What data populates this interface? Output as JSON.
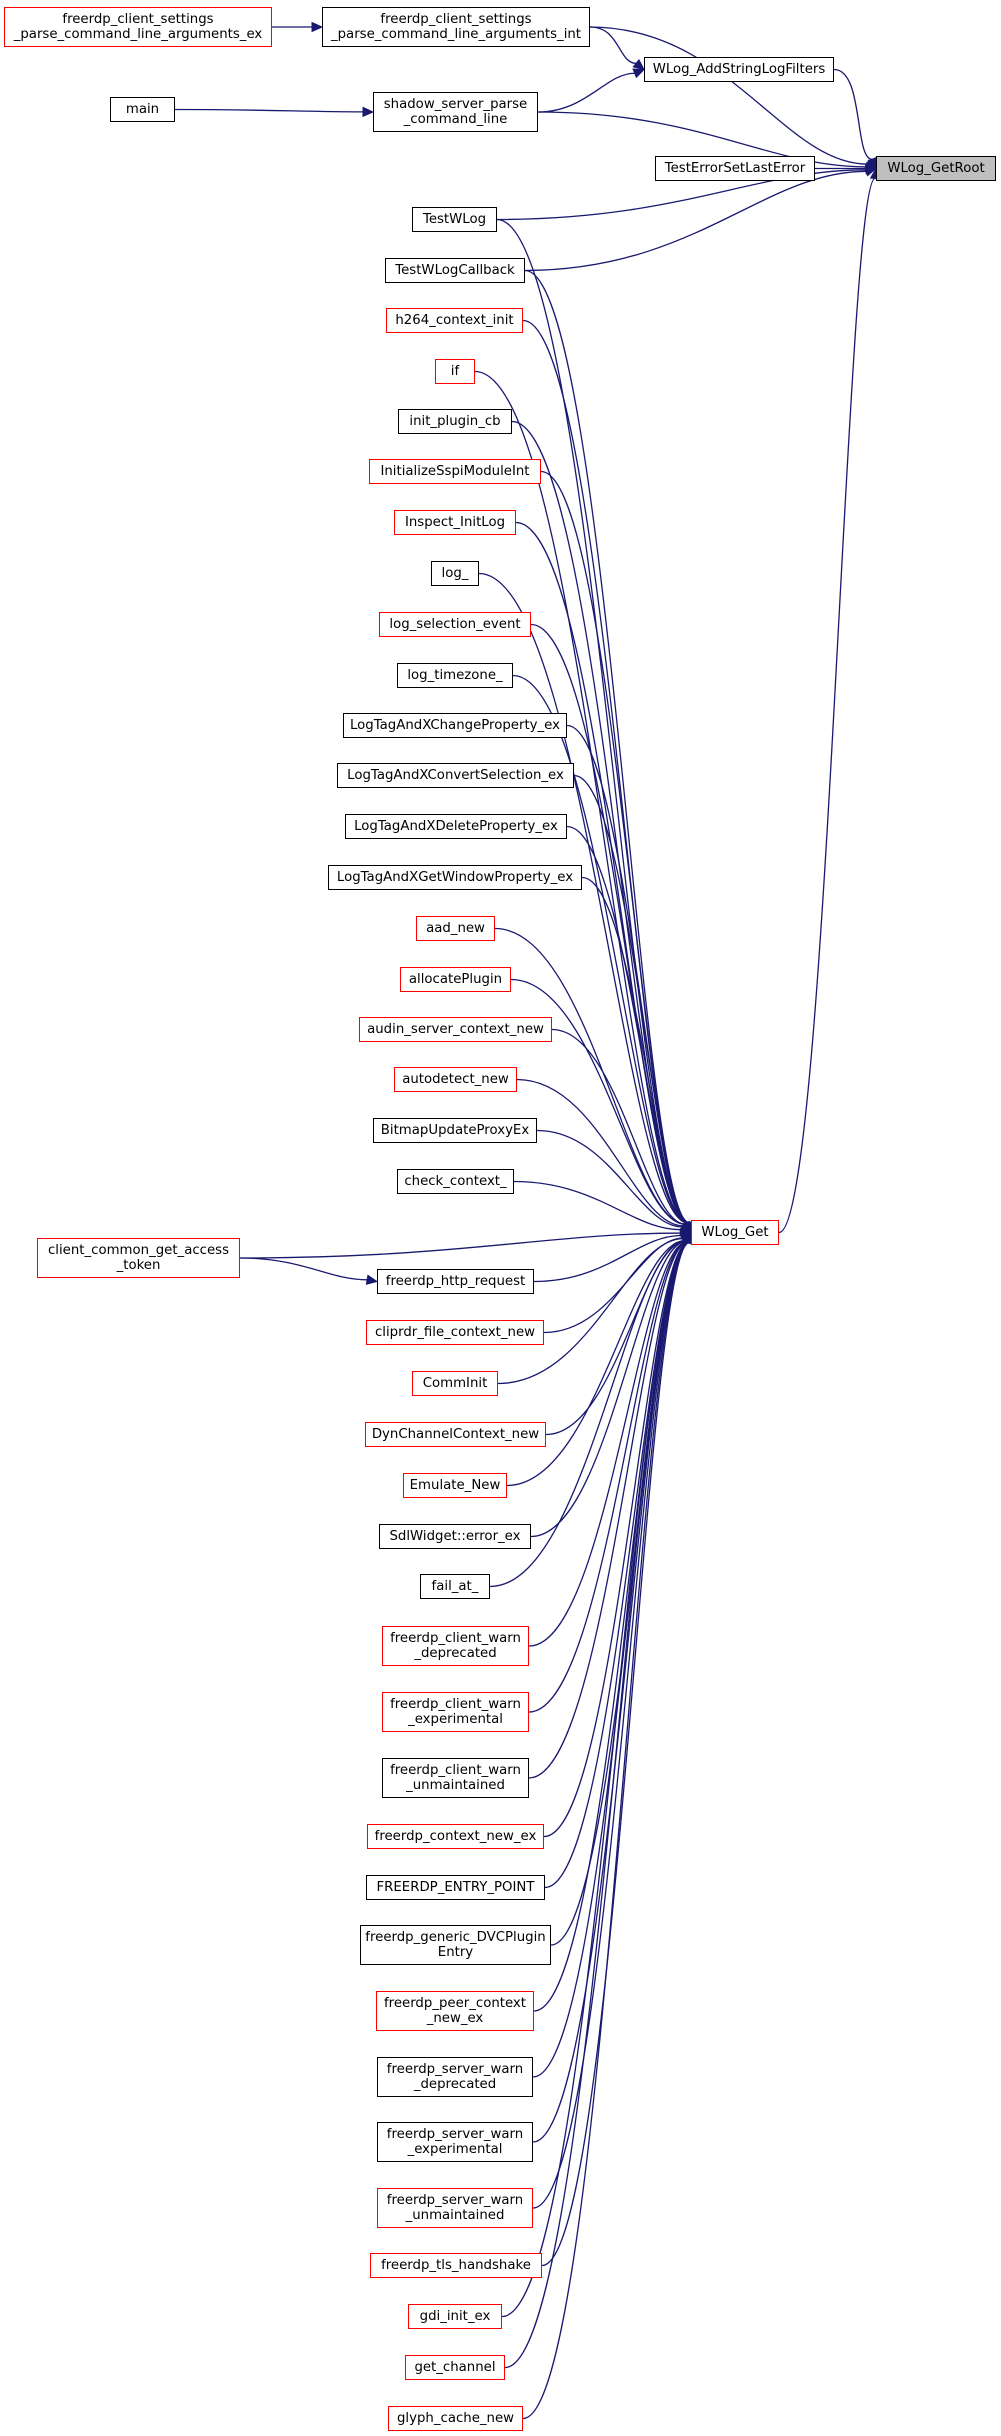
{
  "colors": {
    "edge": "#191970",
    "node_border": "#000000",
    "node_border_red": "#ff0000",
    "root_fill": "#bfbfbf",
    "background": "#ffffff"
  },
  "nodes": [
    {
      "id": "WLog_GetRoot",
      "label": "WLog_GetRoot",
      "border": "black"
    },
    {
      "id": "WLog_AddStringLogFilters",
      "label": "WLog_AddStringLogFilters",
      "border": "black"
    },
    {
      "id": "shadow_server_parse_command_line",
      "label": "shadow_server_parse\n_command_line",
      "border": "black"
    },
    {
      "id": "main",
      "label": "main",
      "border": "black"
    },
    {
      "id": "freerdp_client_settings_parse_command_line_arguments_int",
      "label": "freerdp_client_settings\n_parse_command_line_arguments_int",
      "border": "black"
    },
    {
      "id": "freerdp_client_settings_parse_command_line_arguments_ex",
      "label": "freerdp_client_settings\n_parse_command_line_arguments_ex",
      "border": "red"
    },
    {
      "id": "TestErrorSetLastError",
      "label": "TestErrorSetLastError",
      "border": "black"
    },
    {
      "id": "TestWLog",
      "label": "TestWLog",
      "border": "black"
    },
    {
      "id": "TestWLogCallback",
      "label": "TestWLogCallback",
      "border": "black"
    },
    {
      "id": "WLog_Get",
      "label": "WLog_Get",
      "border": "red"
    },
    {
      "id": "h264_context_init",
      "label": "h264_context_init",
      "border": "red"
    },
    {
      "id": "if",
      "label": "if",
      "border": "red"
    },
    {
      "id": "init_plugin_cb",
      "label": "init_plugin_cb",
      "border": "black"
    },
    {
      "id": "InitializeSspiModuleInt",
      "label": "InitializeSspiModuleInt",
      "border": "red"
    },
    {
      "id": "Inspect_InitLog",
      "label": "Inspect_InitLog",
      "border": "red"
    },
    {
      "id": "log_",
      "label": "log_",
      "border": "black"
    },
    {
      "id": "log_selection_event",
      "label": "log_selection_event",
      "border": "red"
    },
    {
      "id": "log_timezone_",
      "label": "log_timezone_",
      "border": "black"
    },
    {
      "id": "LogTagAndXChangeProperty_ex",
      "label": "LogTagAndXChangeProperty_ex",
      "border": "black"
    },
    {
      "id": "LogTagAndXConvertSelection_ex",
      "label": "LogTagAndXConvertSelection_ex",
      "border": "black"
    },
    {
      "id": "LogTagAndXDeleteProperty_ex",
      "label": "LogTagAndXDeleteProperty_ex",
      "border": "black"
    },
    {
      "id": "LogTagAndXGetWindowProperty_ex",
      "label": "LogTagAndXGetWindowProperty_ex",
      "border": "black"
    },
    {
      "id": "aad_new",
      "label": "aad_new",
      "border": "red"
    },
    {
      "id": "allocatePlugin",
      "label": "allocatePlugin",
      "border": "red"
    },
    {
      "id": "audin_server_context_new",
      "label": "audin_server_context_new",
      "border": "red"
    },
    {
      "id": "autodetect_new",
      "label": "autodetect_new",
      "border": "red"
    },
    {
      "id": "BitmapUpdateProxyEx",
      "label": "BitmapUpdateProxyEx",
      "border": "black"
    },
    {
      "id": "check_context_",
      "label": "check_context_",
      "border": "black"
    },
    {
      "id": "client_common_get_access_token",
      "label": "client_common_get_access\n_token",
      "border": "red"
    },
    {
      "id": "freerdp_http_request",
      "label": "freerdp_http_request",
      "border": "black"
    },
    {
      "id": "cliprdr_file_context_new",
      "label": "cliprdr_file_context_new",
      "border": "red"
    },
    {
      "id": "CommInit",
      "label": "CommInit",
      "border": "red"
    },
    {
      "id": "DynChannelContext_new",
      "label": "DynChannelContext_new",
      "border": "red"
    },
    {
      "id": "Emulate_New",
      "label": "Emulate_New",
      "border": "red"
    },
    {
      "id": "SdlWidget_error_ex",
      "label": "SdlWidget::error_ex",
      "border": "black"
    },
    {
      "id": "fail_at_",
      "label": "fail_at_",
      "border": "black"
    },
    {
      "id": "freerdp_client_warn_deprecated",
      "label": "freerdp_client_warn\n_deprecated",
      "border": "red"
    },
    {
      "id": "freerdp_client_warn_experimental",
      "label": "freerdp_client_warn\n_experimental",
      "border": "red"
    },
    {
      "id": "freerdp_client_warn_unmaintained",
      "label": "freerdp_client_warn\n_unmaintained",
      "border": "black"
    },
    {
      "id": "freerdp_context_new_ex",
      "label": "freerdp_context_new_ex",
      "border": "red"
    },
    {
      "id": "FREERDP_ENTRY_POINT",
      "label": "FREERDP_ENTRY_POINT",
      "border": "black"
    },
    {
      "id": "freerdp_generic_DVCPluginEntry",
      "label": "freerdp_generic_DVCPlugin\nEntry",
      "border": "black"
    },
    {
      "id": "freerdp_peer_context_new_ex",
      "label": "freerdp_peer_context\n_new_ex",
      "border": "red"
    },
    {
      "id": "freerdp_server_warn_deprecated",
      "label": "freerdp_server_warn\n_deprecated",
      "border": "black"
    },
    {
      "id": "freerdp_server_warn_experimental",
      "label": "freerdp_server_warn\n_experimental",
      "border": "black"
    },
    {
      "id": "freerdp_server_warn_unmaintained",
      "label": "freerdp_server_warn\n_unmaintained",
      "border": "red"
    },
    {
      "id": "freerdp_tls_handshake",
      "label": "freerdp_tls_handshake",
      "border": "red"
    },
    {
      "id": "gdi_init_ex",
      "label": "gdi_init_ex",
      "border": "red"
    },
    {
      "id": "get_channel",
      "label": "get_channel",
      "border": "red"
    },
    {
      "id": "glyph_cache_new",
      "label": "glyph_cache_new",
      "border": "red"
    }
  ],
  "edges": [
    [
      "freerdp_client_settings_parse_command_line_arguments_int",
      "WLog_GetRoot"
    ],
    [
      "WLog_AddStringLogFilters",
      "WLog_GetRoot"
    ],
    [
      "shadow_server_parse_command_line",
      "WLog_GetRoot"
    ],
    [
      "TestErrorSetLastError",
      "WLog_GetRoot"
    ],
    [
      "TestWLog",
      "WLog_GetRoot"
    ],
    [
      "TestWLogCallback",
      "WLog_GetRoot"
    ],
    [
      "WLog_Get",
      "WLog_GetRoot"
    ],
    [
      "freerdp_client_settings_parse_command_line_arguments_int",
      "WLog_AddStringLogFilters"
    ],
    [
      "shadow_server_parse_command_line",
      "WLog_AddStringLogFilters"
    ],
    [
      "freerdp_client_settings_parse_command_line_arguments_ex",
      "freerdp_client_settings_parse_command_line_arguments_int"
    ],
    [
      "main",
      "shadow_server_parse_command_line"
    ],
    [
      "client_common_get_access_token",
      "freerdp_http_request"
    ],
    [
      "client_common_get_access_token",
      "WLog_Get"
    ],
    [
      "TestWLog",
      "WLog_Get"
    ],
    [
      "TestWLogCallback",
      "WLog_Get"
    ],
    [
      "h264_context_init",
      "WLog_Get"
    ],
    [
      "if",
      "WLog_Get"
    ],
    [
      "init_plugin_cb",
      "WLog_Get"
    ],
    [
      "InitializeSspiModuleInt",
      "WLog_Get"
    ],
    [
      "Inspect_InitLog",
      "WLog_Get"
    ],
    [
      "log_",
      "WLog_Get"
    ],
    [
      "log_selection_event",
      "WLog_Get"
    ],
    [
      "log_timezone_",
      "WLog_Get"
    ],
    [
      "LogTagAndXChangeProperty_ex",
      "WLog_Get"
    ],
    [
      "LogTagAndXConvertSelection_ex",
      "WLog_Get"
    ],
    [
      "LogTagAndXDeleteProperty_ex",
      "WLog_Get"
    ],
    [
      "LogTagAndXGetWindowProperty_ex",
      "WLog_Get"
    ],
    [
      "aad_new",
      "WLog_Get"
    ],
    [
      "allocatePlugin",
      "WLog_Get"
    ],
    [
      "audin_server_context_new",
      "WLog_Get"
    ],
    [
      "autodetect_new",
      "WLog_Get"
    ],
    [
      "BitmapUpdateProxyEx",
      "WLog_Get"
    ],
    [
      "check_context_",
      "WLog_Get"
    ],
    [
      "freerdp_http_request",
      "WLog_Get"
    ],
    [
      "cliprdr_file_context_new",
      "WLog_Get"
    ],
    [
      "CommInit",
      "WLog_Get"
    ],
    [
      "DynChannelContext_new",
      "WLog_Get"
    ],
    [
      "Emulate_New",
      "WLog_Get"
    ],
    [
      "SdlWidget_error_ex",
      "WLog_Get"
    ],
    [
      "fail_at_",
      "WLog_Get"
    ],
    [
      "freerdp_client_warn_deprecated",
      "WLog_Get"
    ],
    [
      "freerdp_client_warn_experimental",
      "WLog_Get"
    ],
    [
      "freerdp_client_warn_unmaintained",
      "WLog_Get"
    ],
    [
      "freerdp_context_new_ex",
      "WLog_Get"
    ],
    [
      "FREERDP_ENTRY_POINT",
      "WLog_Get"
    ],
    [
      "freerdp_generic_DVCPluginEntry",
      "WLog_Get"
    ],
    [
      "freerdp_peer_context_new_ex",
      "WLog_Get"
    ],
    [
      "freerdp_server_warn_deprecated",
      "WLog_Get"
    ],
    [
      "freerdp_server_warn_experimental",
      "WLog_Get"
    ],
    [
      "freerdp_server_warn_unmaintained",
      "WLog_Get"
    ],
    [
      "freerdp_tls_handshake",
      "WLog_Get"
    ],
    [
      "gdi_init_ex",
      "WLog_Get"
    ],
    [
      "get_channel",
      "WLog_Get"
    ],
    [
      "glyph_cache_new",
      "WLog_Get"
    ]
  ]
}
